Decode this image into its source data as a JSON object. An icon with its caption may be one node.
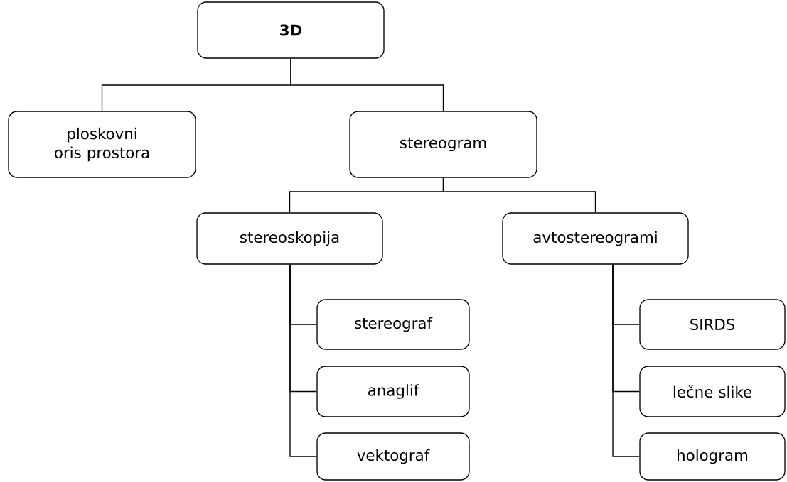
{
  "diagram": {
    "nodes": [
      {
        "text": [
          "**3D**"
        ]
      },
      {
        "text": [
          "ploskovni oris prostora"
        ]
      },
      {
        "text": [
          "stereogram"
        ]
      },
      {
        "text": [
          "stereoskopija"
        ]
      },
      {
        "text": [
          "avtostereogrami"
        ]
      },
      {
        "text": [
          "stereograf"
        ]
      },
      {
        "text": [
          "anaglif"
        ]
      },
      {
        "text": [
          "vektograf"
        ]
      },
      {
        "text": [
          "SIRDS"
        ]
      },
      {
        "text": [
          "lečne slike"
        ]
      },
      {
        "text": [
          "hologram"
        ]
      }
    ],
    "edges": [
      {
        "from": 0,
        "to": 1,
        "arrow": "none"
      },
      {
        "from": 0,
        "to": 2,
        "arrow": "none"
      },
      {
        "from": 2,
        "to": 3,
        "arrow": "none"
      },
      {
        "from": 2,
        "to": 4,
        "arrow": "none"
      },
      {
        "from": 3,
        "to": 5,
        "arrow": "none"
      },
      {
        "from": 3,
        "to": 6,
        "arrow": "none"
      },
      {
        "from": 3,
        "to": 7,
        "arrow": "none"
      },
      {
        "from": 4,
        "to": 8,
        "arrow": "none"
      },
      {
        "from": 4,
        "to": 9,
        "arrow": "none"
      },
      {
        "from": 4,
        "to": 10,
        "arrow": "none"
      }
    ]
  }
}
